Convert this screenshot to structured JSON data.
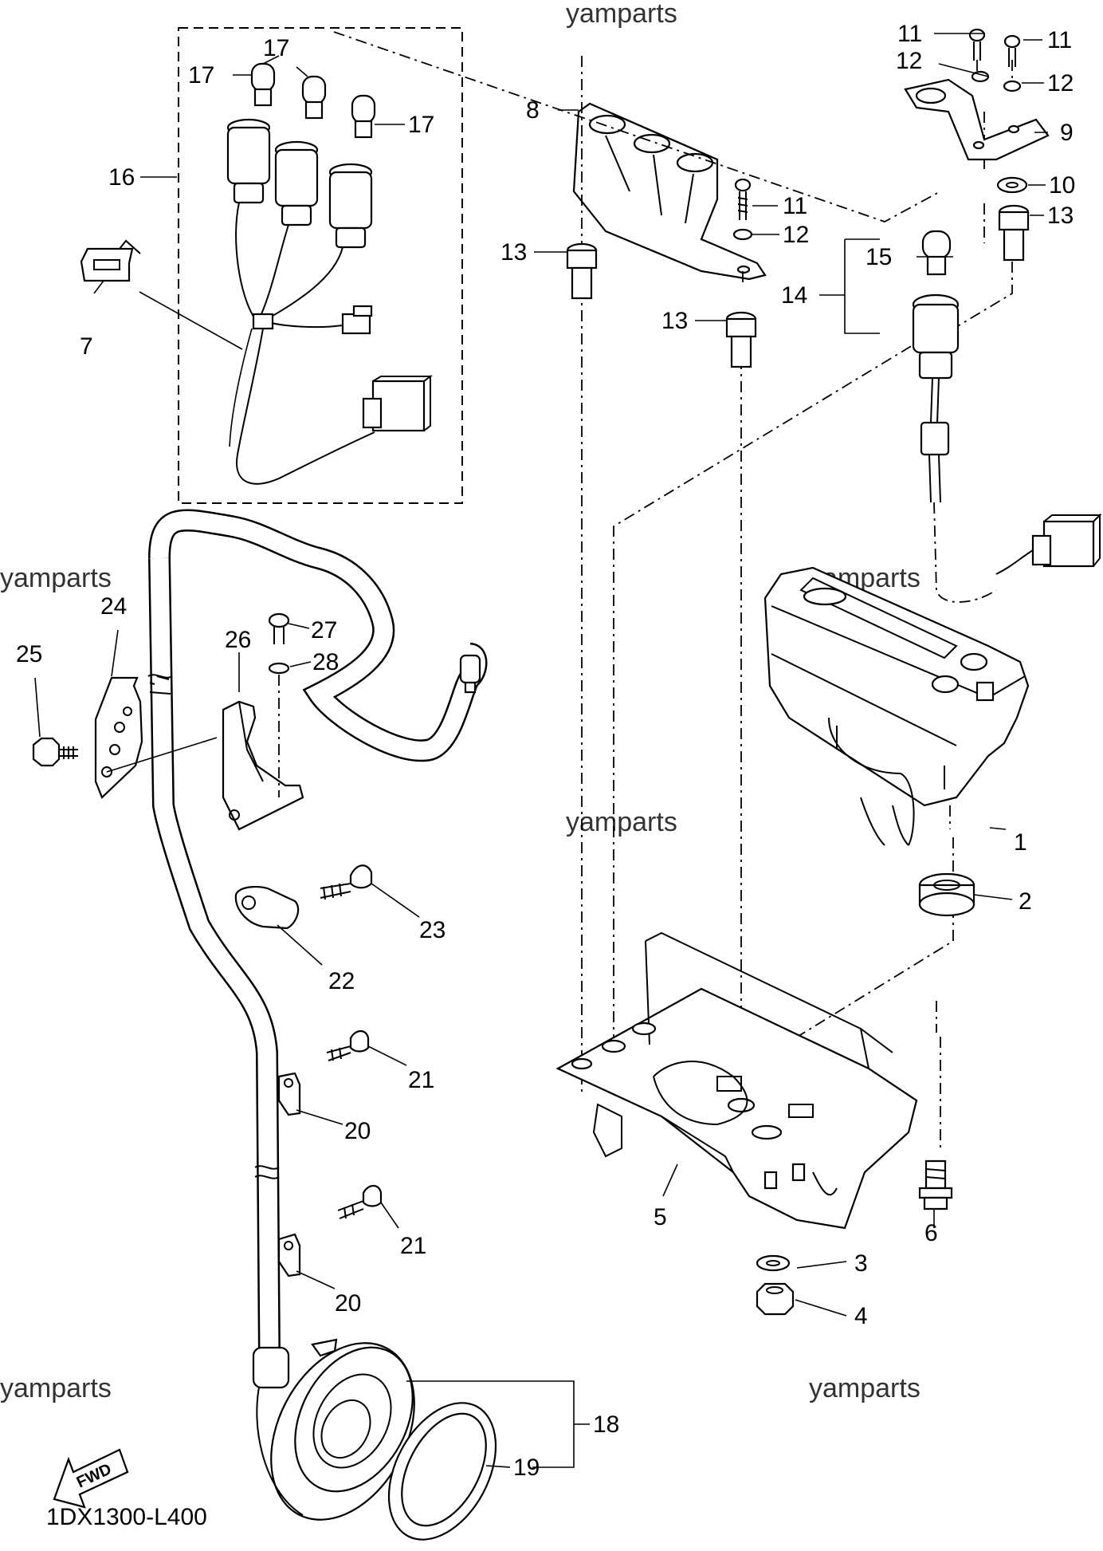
{
  "diagram": {
    "code": "1DX1300-L400",
    "fwd_label": "FWD",
    "watermarks": [
      "yamparts",
      "yamparts",
      "yamparts",
      "yamparts",
      "yamparts",
      "yamparts"
    ],
    "labels": {
      "p1": "1",
      "p2": "2",
      "p3": "3",
      "p4": "4",
      "p5": "5",
      "p6": "6",
      "p7": "7",
      "p8": "8",
      "p9": "9",
      "p10": "10",
      "p11a": "11",
      "p11b": "11",
      "p11c": "11",
      "p12a": "12",
      "p12b": "12",
      "p12c": "12",
      "p13a": "13",
      "p13b": "13",
      "p13c": "13",
      "p14": "14",
      "p15": "15",
      "p16": "16",
      "p17a": "17",
      "p17b": "17",
      "p17c": "17",
      "p18": "18",
      "p19": "19",
      "p20a": "20",
      "p20b": "20",
      "p21a": "21",
      "p21b": "21",
      "p22": "22",
      "p23": "23",
      "p24": "24",
      "p25": "25",
      "p26": "26",
      "p27": "27",
      "p28": "28"
    }
  }
}
